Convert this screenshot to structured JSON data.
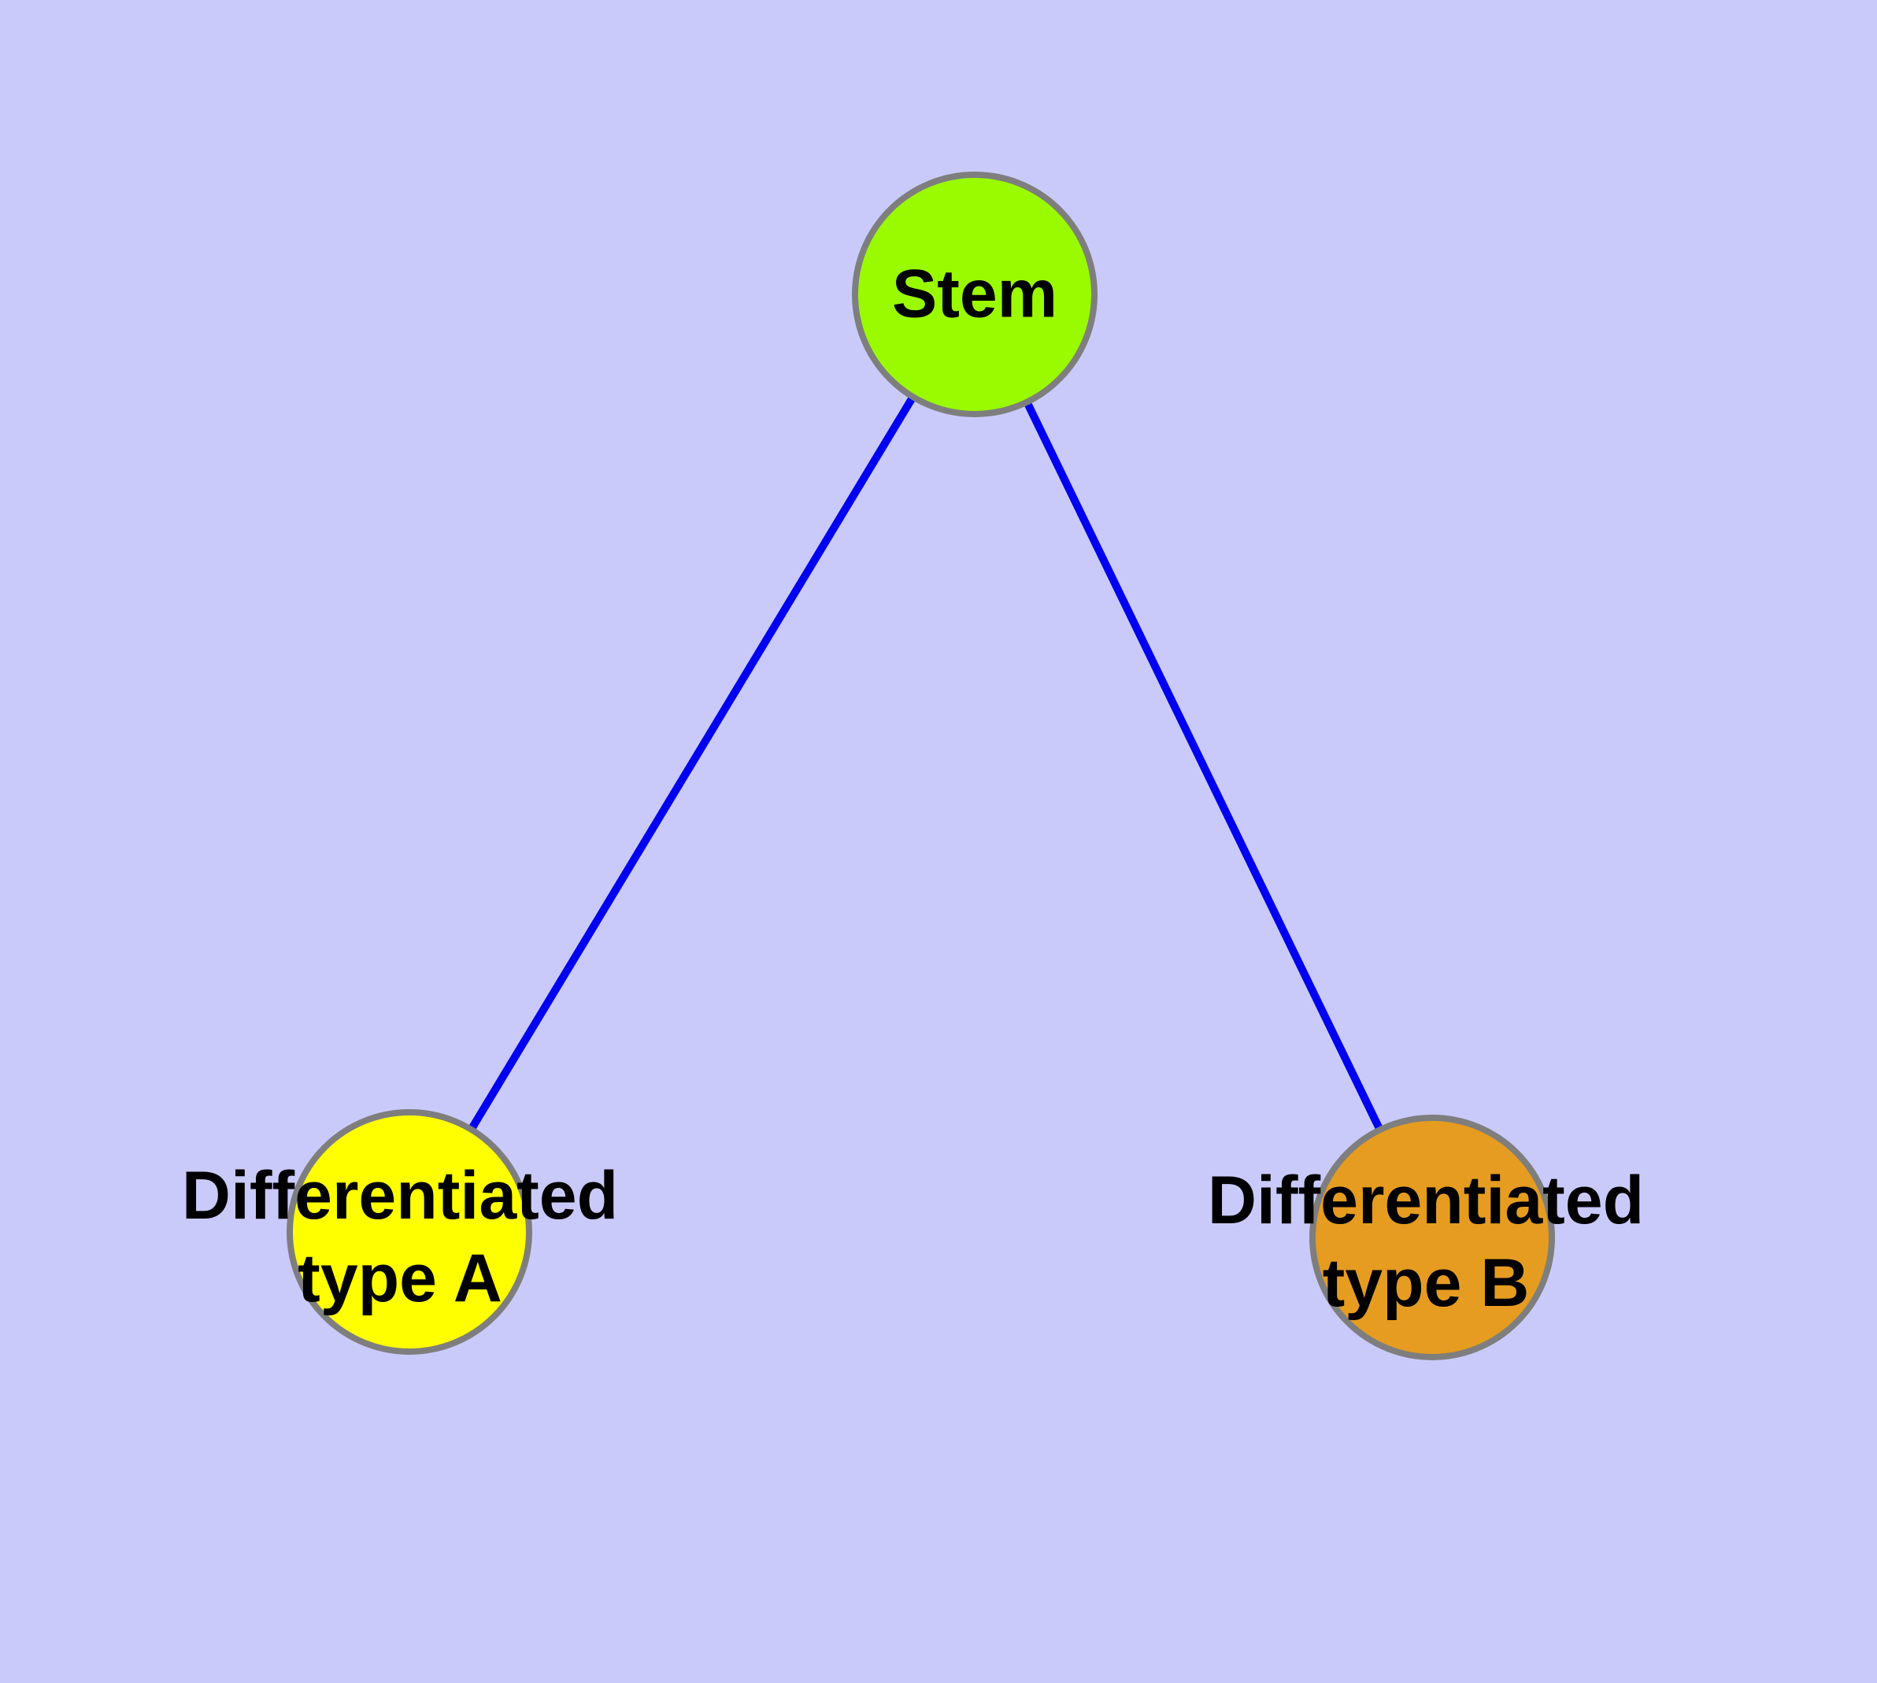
{
  "diagram": {
    "background_color": "#CACAFA",
    "edge_color": "#0000F0",
    "node_border_color": "#7E7E7E",
    "label_color": "#000000",
    "nodes": [
      {
        "id": "stem",
        "label": "Stem",
        "fill": "#9AFA00"
      },
      {
        "id": "differentiated-type-a",
        "label": "Differentiated\ntype A",
        "fill": "#FFFF00"
      },
      {
        "id": "differentiated-type-b",
        "label": "Differentiated\ntype B",
        "fill": "#E59C20"
      }
    ],
    "edges": [
      {
        "source": "stem",
        "target": "differentiated-type-a"
      },
      {
        "source": "stem",
        "target": "differentiated-type-b"
      }
    ]
  }
}
